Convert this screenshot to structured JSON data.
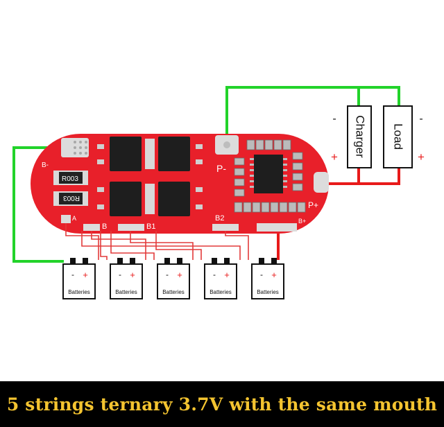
{
  "diagram": {
    "board_labels": {
      "b_minus": "B-",
      "p_minus": "P-",
      "p_plus": "P+",
      "b_plus": "B+",
      "b": "B",
      "b1": "B1",
      "b2": "B2",
      "a": "A",
      "resistor_top": "R003",
      "resistor_bottom": "R003"
    },
    "charger": {
      "label": "Charger",
      "minus": "-",
      "plus": "+"
    },
    "load": {
      "label": "Load",
      "minus": "-",
      "plus": "+"
    },
    "batteries": [
      {
        "label": "Batteries",
        "minus": "-",
        "plus": "+"
      },
      {
        "label": "Batteries",
        "minus": "-",
        "plus": "+"
      },
      {
        "label": "Batteries",
        "minus": "-",
        "plus": "+"
      },
      {
        "label": "Batteries",
        "minus": "-",
        "plus": "+"
      },
      {
        "label": "Batteries",
        "minus": "-",
        "plus": "+"
      }
    ],
    "colors": {
      "board": "#e8202a",
      "wire_green": "#22d32a",
      "wire_red": "#e81a1a",
      "wire_thin": "#e23a3a",
      "chip": "#1e1e1e"
    }
  },
  "caption": "5 strings ternary 3.7V with the same mouth"
}
